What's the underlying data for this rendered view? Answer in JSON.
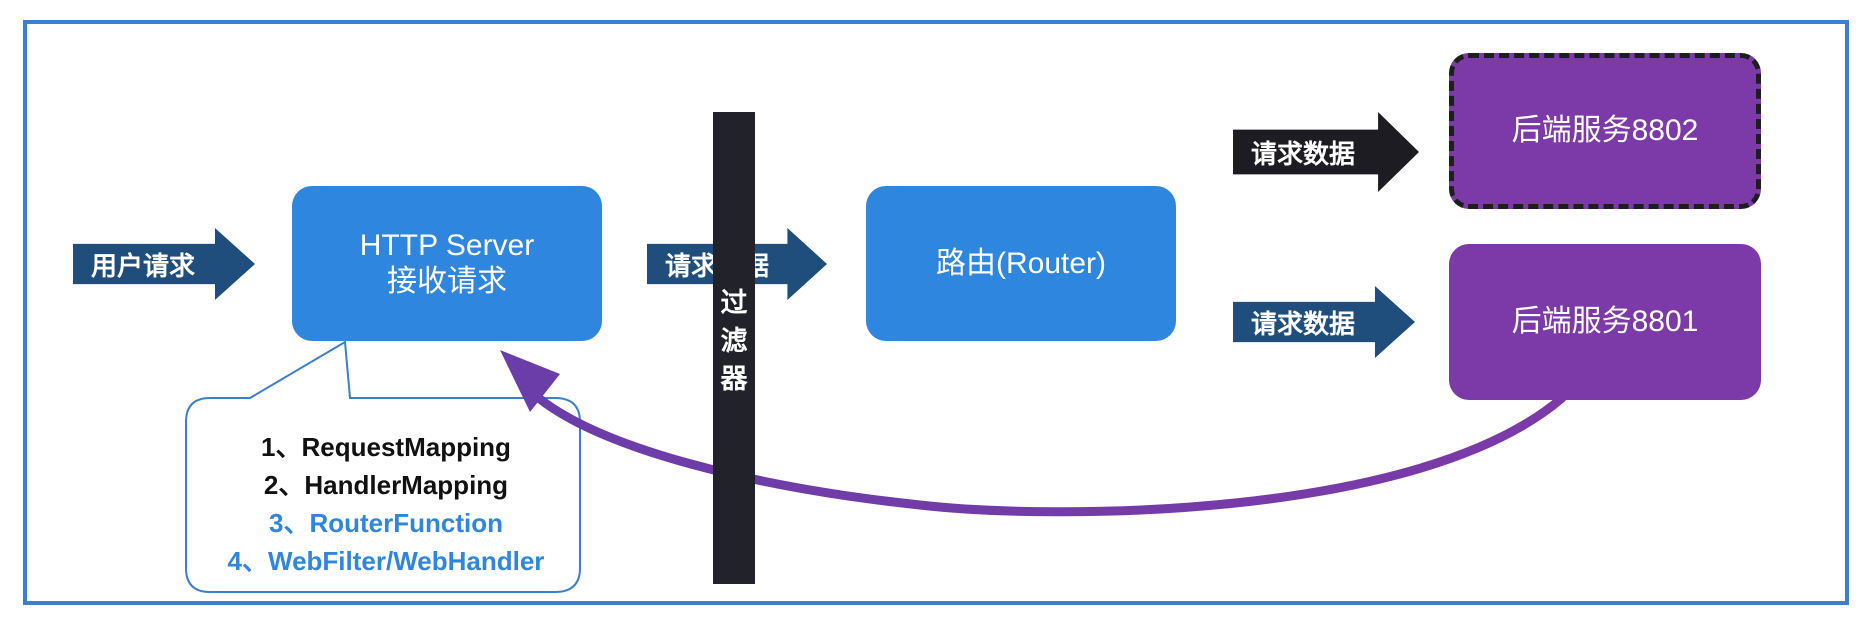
{
  "diagram": {
    "user_request_label": "用户请求",
    "http_server": {
      "line1": "HTTP Server",
      "line2": "接收请求"
    },
    "request_data_label_1": "请求数据",
    "filter_chars": [
      "过",
      "滤",
      "器"
    ],
    "router_label": "路由(Router)",
    "request_data_label_2": "请求数据",
    "request_data_label_3": "请求数据",
    "backend_8802": "后端服务8802",
    "backend_8801": "后端服务8801",
    "callout_items": [
      "1、RequestMapping",
      "2、HandlerMapping",
      "3、RouterFunction",
      "4、WebFilter/WebHandler"
    ]
  },
  "colors": {
    "frame": "#3a7fd0",
    "blue_box": "#2f86df",
    "purple_box": "#7b3aa8",
    "navy_arrow": "#1f4e7d",
    "filter_bar": "#22222a",
    "callout_highlight": "#2f86df",
    "return_arrow": "#6b3da8"
  }
}
